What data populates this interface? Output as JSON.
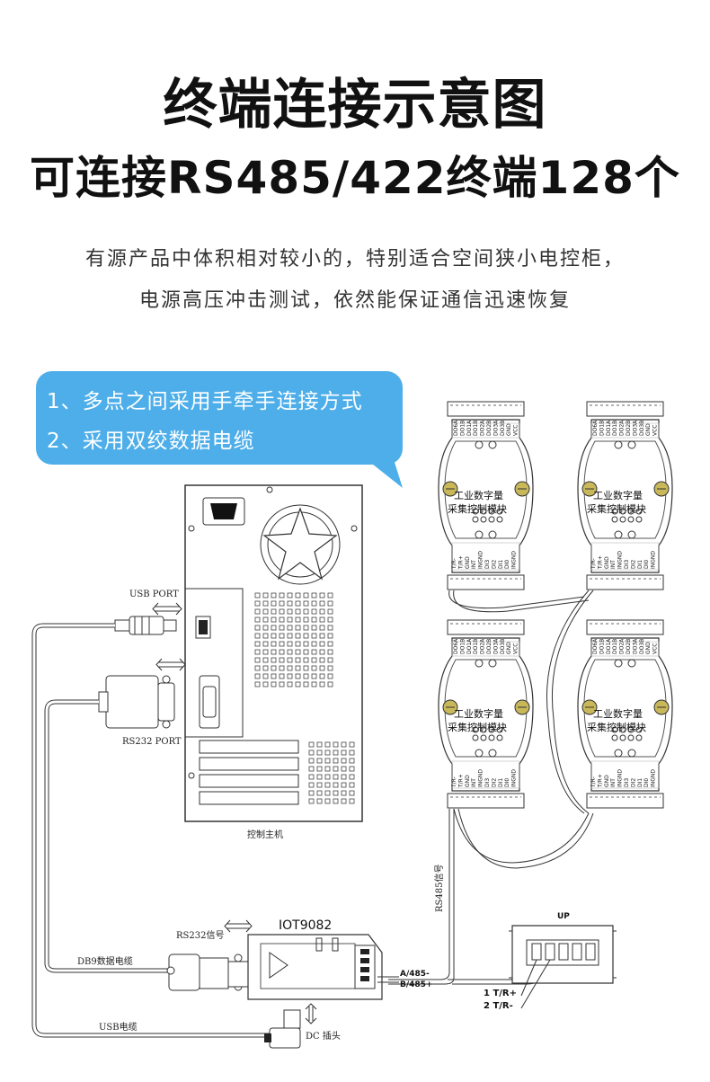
{
  "header": {
    "title": "终端连接示意图",
    "subtitle": "可连接RS485/422终端128个"
  },
  "description": {
    "line1": "有源产品中体积相对较小的，特别适合空间狭小电控柜，",
    "line2": "电源高压冲击测试，依然能保证通信迅速恢复"
  },
  "callout": {
    "line1": "1、多点之间采用手牵手连接方式",
    "line2": "2、采用双绞数据电缆"
  },
  "host": {
    "label": "控制主机",
    "usb_port": "USB PORT",
    "rs232_port": "RS232 PORT"
  },
  "module": {
    "name_line1": "工业数字量",
    "name_line2": "采集控制模块",
    "top_pins": [
      "DO6A",
      "DO1B",
      "DO1A",
      "DO1B",
      "DO2A",
      "DO2B",
      "DO3A",
      "DO3B",
      "GND",
      "VCC"
    ],
    "bottom_pins": [
      "T/R-",
      "T/R+",
      "GND",
      "INT",
      "INGND",
      "DI3",
      "DI2",
      "DI1",
      "DI0",
      "INGND"
    ]
  },
  "converter": {
    "model": "IOT9082",
    "rs232_signal": "RS232信号",
    "db9_cable": "DB9数据电缆",
    "usb_cable": "USB电缆",
    "dc_plug": "DC 插头",
    "pin_a": "A/485-",
    "pin_b": "B/485+"
  },
  "bus": {
    "signal_label": "RS485信号"
  },
  "terminal": {
    "up": "UP",
    "pin1": "1 T/R+",
    "pin2": "2 T/R-"
  }
}
